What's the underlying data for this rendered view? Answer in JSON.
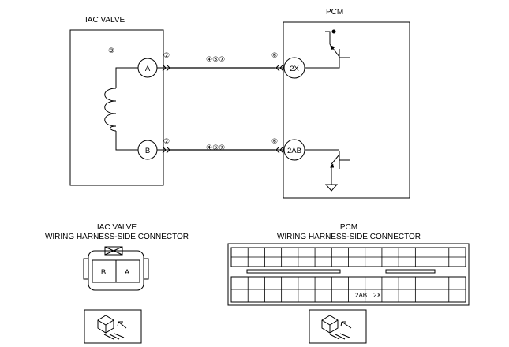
{
  "wiring": {
    "iac_title": "IAC VALVE",
    "pcm_title": "PCM",
    "iac_ref": "③",
    "terminal_a": "A",
    "terminal_b": "B",
    "iac_conn_ref_a": "②",
    "iac_conn_ref_b": "②",
    "harness_refs_a": "④⑤⑦",
    "harness_refs_b": "④⑤⑦",
    "pcm_conn_ref_a": "⑥",
    "pcm_conn_ref_b": "⑥",
    "pcm_terminal_top": "2X",
    "pcm_terminal_bottom": "2AB"
  },
  "iac_connector": {
    "title_line1": "IAC VALVE",
    "title_line2": "WIRING HARNESS-SIDE CONNECTOR",
    "cavity_left": "B",
    "cavity_right": "A"
  },
  "pcm_connector": {
    "title_line1": "PCM",
    "title_line2": "WIRING HARNESS-SIDE CONNECTOR",
    "pin_2ab": "2AB",
    "pin_2x": "2X"
  }
}
